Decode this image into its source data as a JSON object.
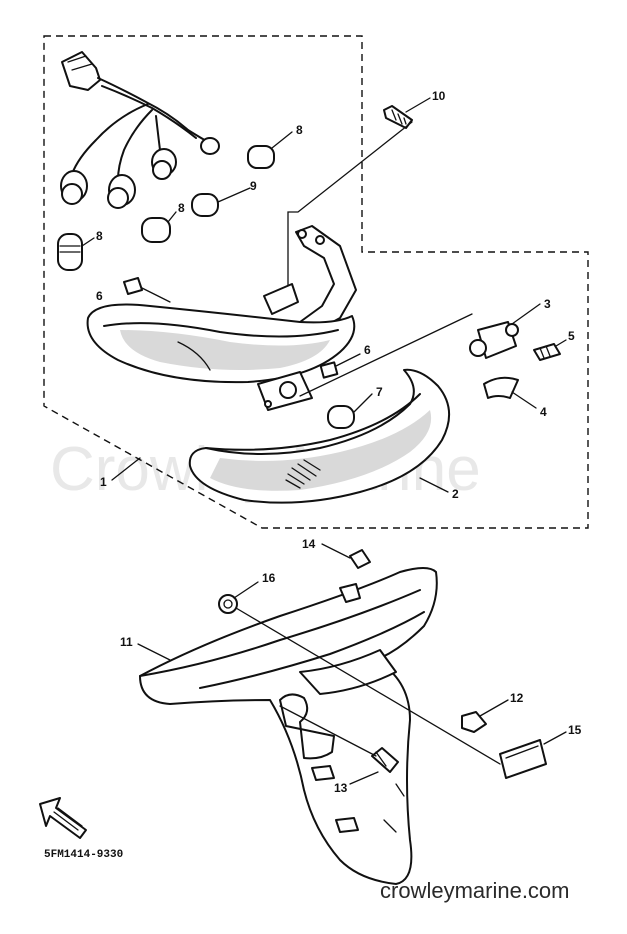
{
  "callouts": [
    "1",
    "2",
    "3",
    "4",
    "5",
    "6",
    "6",
    "7",
    "8",
    "8",
    "8",
    "9",
    "10",
    "11",
    "12",
    "13",
    "14",
    "15",
    "16"
  ],
  "reference_code": "5FM1414-9330",
  "watermark": "Crowley Marine",
  "site": "crowleymarine.com",
  "icons": {
    "direction": "fwd-arrow-icon"
  }
}
